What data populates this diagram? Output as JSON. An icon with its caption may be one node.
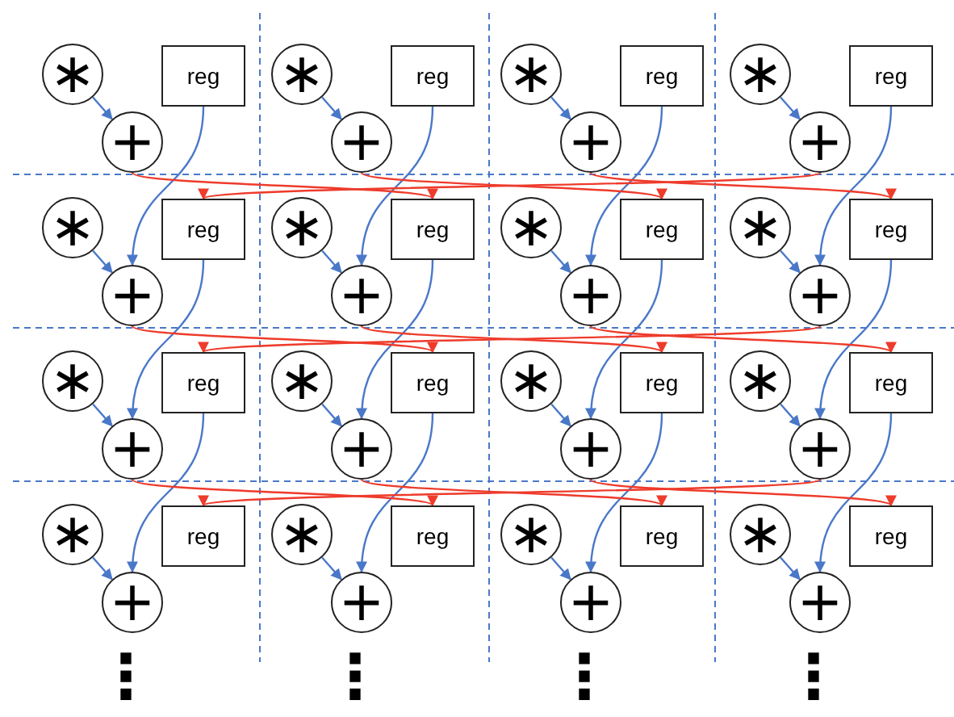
{
  "diagram": {
    "nodes": [
      {
        "text": [
          "∗"
        ]
      },
      {
        "text": [
          "reg"
        ]
      },
      {
        "text": [
          "+"
        ]
      },
      {
        "text": [
          "∗"
        ]
      },
      {
        "text": [
          "reg"
        ]
      },
      {
        "text": [
          "+"
        ]
      },
      {
        "text": [
          "∗"
        ]
      },
      {
        "text": [
          "reg"
        ]
      },
      {
        "text": [
          "+"
        ]
      },
      {
        "text": [
          "∗"
        ]
      },
      {
        "text": [
          "reg"
        ]
      },
      {
        "text": [
          "+"
        ]
      },
      {
        "text": [
          "∗"
        ]
      },
      {
        "text": [
          "reg"
        ]
      },
      {
        "text": [
          "+"
        ]
      },
      {
        "text": [
          "∗"
        ]
      },
      {
        "text": [
          "reg"
        ]
      },
      {
        "text": [
          "+"
        ]
      },
      {
        "text": [
          "∗"
        ]
      },
      {
        "text": [
          "reg"
        ]
      },
      {
        "text": [
          "+"
        ]
      },
      {
        "text": [
          "∗"
        ]
      },
      {
        "text": [
          "reg"
        ]
      },
      {
        "text": [
          "+"
        ]
      },
      {
        "text": [
          "∗"
        ]
      },
      {
        "text": [
          "reg"
        ]
      },
      {
        "text": [
          "+"
        ]
      },
      {
        "text": [
          "∗"
        ]
      },
      {
        "text": [
          "reg"
        ]
      },
      {
        "text": [
          "+"
        ]
      },
      {
        "text": [
          "∗"
        ]
      },
      {
        "text": [
          "reg"
        ]
      },
      {
        "text": [
          "+"
        ]
      },
      {
        "text": [
          "∗"
        ]
      },
      {
        "text": [
          "reg"
        ]
      },
      {
        "text": [
          "+"
        ]
      },
      {
        "text": [
          "∗"
        ]
      },
      {
        "text": [
          "reg"
        ]
      },
      {
        "text": [
          "+"
        ]
      },
      {
        "text": [
          "∗"
        ]
      },
      {
        "text": [
          "reg"
        ]
      },
      {
        "text": [
          "+"
        ]
      },
      {
        "text": [
          "∗"
        ]
      },
      {
        "text": [
          "reg"
        ]
      },
      {
        "text": [
          "+"
        ]
      },
      {
        "text": [
          "∗"
        ]
      },
      {
        "text": [
          "reg"
        ]
      },
      {
        "text": [
          "+"
        ]
      }
    ],
    "edges": [
      {
        "from": 0,
        "to": 2,
        "arrow": "to"
      },
      {
        "from": 3,
        "to": 5,
        "arrow": "to"
      },
      {
        "from": 6,
        "to": 8,
        "arrow": "to"
      },
      {
        "from": 9,
        "to": 11,
        "arrow": "to"
      },
      {
        "from": 12,
        "to": 14,
        "arrow": "to"
      },
      {
        "from": 15,
        "to": 17,
        "arrow": "to"
      },
      {
        "from": 18,
        "to": 20,
        "arrow": "to"
      },
      {
        "from": 21,
        "to": 23,
        "arrow": "to"
      },
      {
        "from": 24,
        "to": 26,
        "arrow": "to"
      },
      {
        "from": 27,
        "to": 29,
        "arrow": "to"
      },
      {
        "from": 30,
        "to": 32,
        "arrow": "to"
      },
      {
        "from": 33,
        "to": 35,
        "arrow": "to"
      },
      {
        "from": 36,
        "to": 38,
        "arrow": "to"
      },
      {
        "from": 39,
        "to": 41,
        "arrow": "to"
      },
      {
        "from": 42,
        "to": 44,
        "arrow": "to"
      },
      {
        "from": 45,
        "to": 47,
        "arrow": "to"
      },
      {
        "from": 1,
        "to": 14,
        "arrow": "to"
      },
      {
        "from": 4,
        "to": 17,
        "arrow": "to"
      },
      {
        "from": 7,
        "to": 20,
        "arrow": "to"
      },
      {
        "from": 10,
        "to": 23,
        "arrow": "to"
      },
      {
        "from": 13,
        "to": 26,
        "arrow": "to"
      },
      {
        "from": 16,
        "to": 29,
        "arrow": "to"
      },
      {
        "from": 19,
        "to": 32,
        "arrow": "to"
      },
      {
        "from": 22,
        "to": 35,
        "arrow": "to"
      },
      {
        "from": 25,
        "to": 38,
        "arrow": "to"
      },
      {
        "from": 28,
        "to": 41,
        "arrow": "to"
      },
      {
        "from": 31,
        "to": 44,
        "arrow": "to"
      },
      {
        "from": 34,
        "to": 47,
        "arrow": "to"
      },
      {
        "from": 2,
        "to": 16,
        "arrow": "to",
        "color": "#ee3b2b"
      },
      {
        "from": 5,
        "to": 19,
        "arrow": "to",
        "color": "#ee3b2b"
      },
      {
        "from": 8,
        "to": 22,
        "arrow": "to",
        "color": "#ee3b2b"
      },
      {
        "from": 11,
        "to": 13,
        "arrow": "to",
        "color": "#ee3b2b"
      },
      {
        "from": 14,
        "to": 28,
        "arrow": "to",
        "color": "#ee3b2b"
      },
      {
        "from": 17,
        "to": 31,
        "arrow": "to",
        "color": "#ee3b2b"
      },
      {
        "from": 20,
        "to": 34,
        "arrow": "to",
        "color": "#ee3b2b"
      },
      {
        "from": 23,
        "to": 25,
        "arrow": "to",
        "color": "#ee3b2b"
      },
      {
        "from": 26,
        "to": 40,
        "arrow": "to",
        "color": "#ee3b2b"
      },
      {
        "from": 29,
        "to": 43,
        "arrow": "to",
        "color": "#ee3b2b"
      },
      {
        "from": 32,
        "to": 46,
        "arrow": "to",
        "color": "#ee3b2b"
      },
      {
        "from": 35,
        "to": 37,
        "arrow": "to",
        "color": "#ee3b2b"
      }
    ],
    "labels": [
      "⋮",
      "⋮",
      "⋮",
      "⋮"
    ]
  }
}
